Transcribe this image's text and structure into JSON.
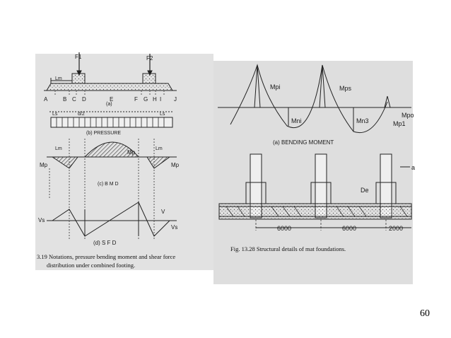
{
  "page": {
    "number": "60"
  },
  "left_figure": {
    "loads": [
      "F1",
      "F2"
    ],
    "stations": [
      "A",
      "B",
      "C",
      "D",
      "E",
      "F",
      "G",
      "H",
      "I",
      "J"
    ],
    "lm": "Lm",
    "ls": "Ls",
    "d2": "d/2",
    "mp": "Mp",
    "v": "V",
    "vs": "Vs",
    "panel_a": "(a)",
    "panel_b": "(b) PRESSURE",
    "panel_c": "(c) B M D",
    "panel_d": "(d) S F D",
    "caption_line1": "3.19  Notations, pressure bending moment and shear force",
    "caption_line2": "distribution under combined footing."
  },
  "right_figure": {
    "mpi": "Mpi",
    "mps": "Mps",
    "mpo": "Mpo",
    "mp1": "Mp1",
    "mni": "Mni",
    "mn3": "Mn3",
    "panel_a": "(a)  BENDING   MOMENT",
    "a_label": "a",
    "de": "De",
    "dim1": "6000",
    "dim2": "6000",
    "dim3": "2000",
    "caption": "Fig. 13.28   Structural details of mat foundations."
  }
}
